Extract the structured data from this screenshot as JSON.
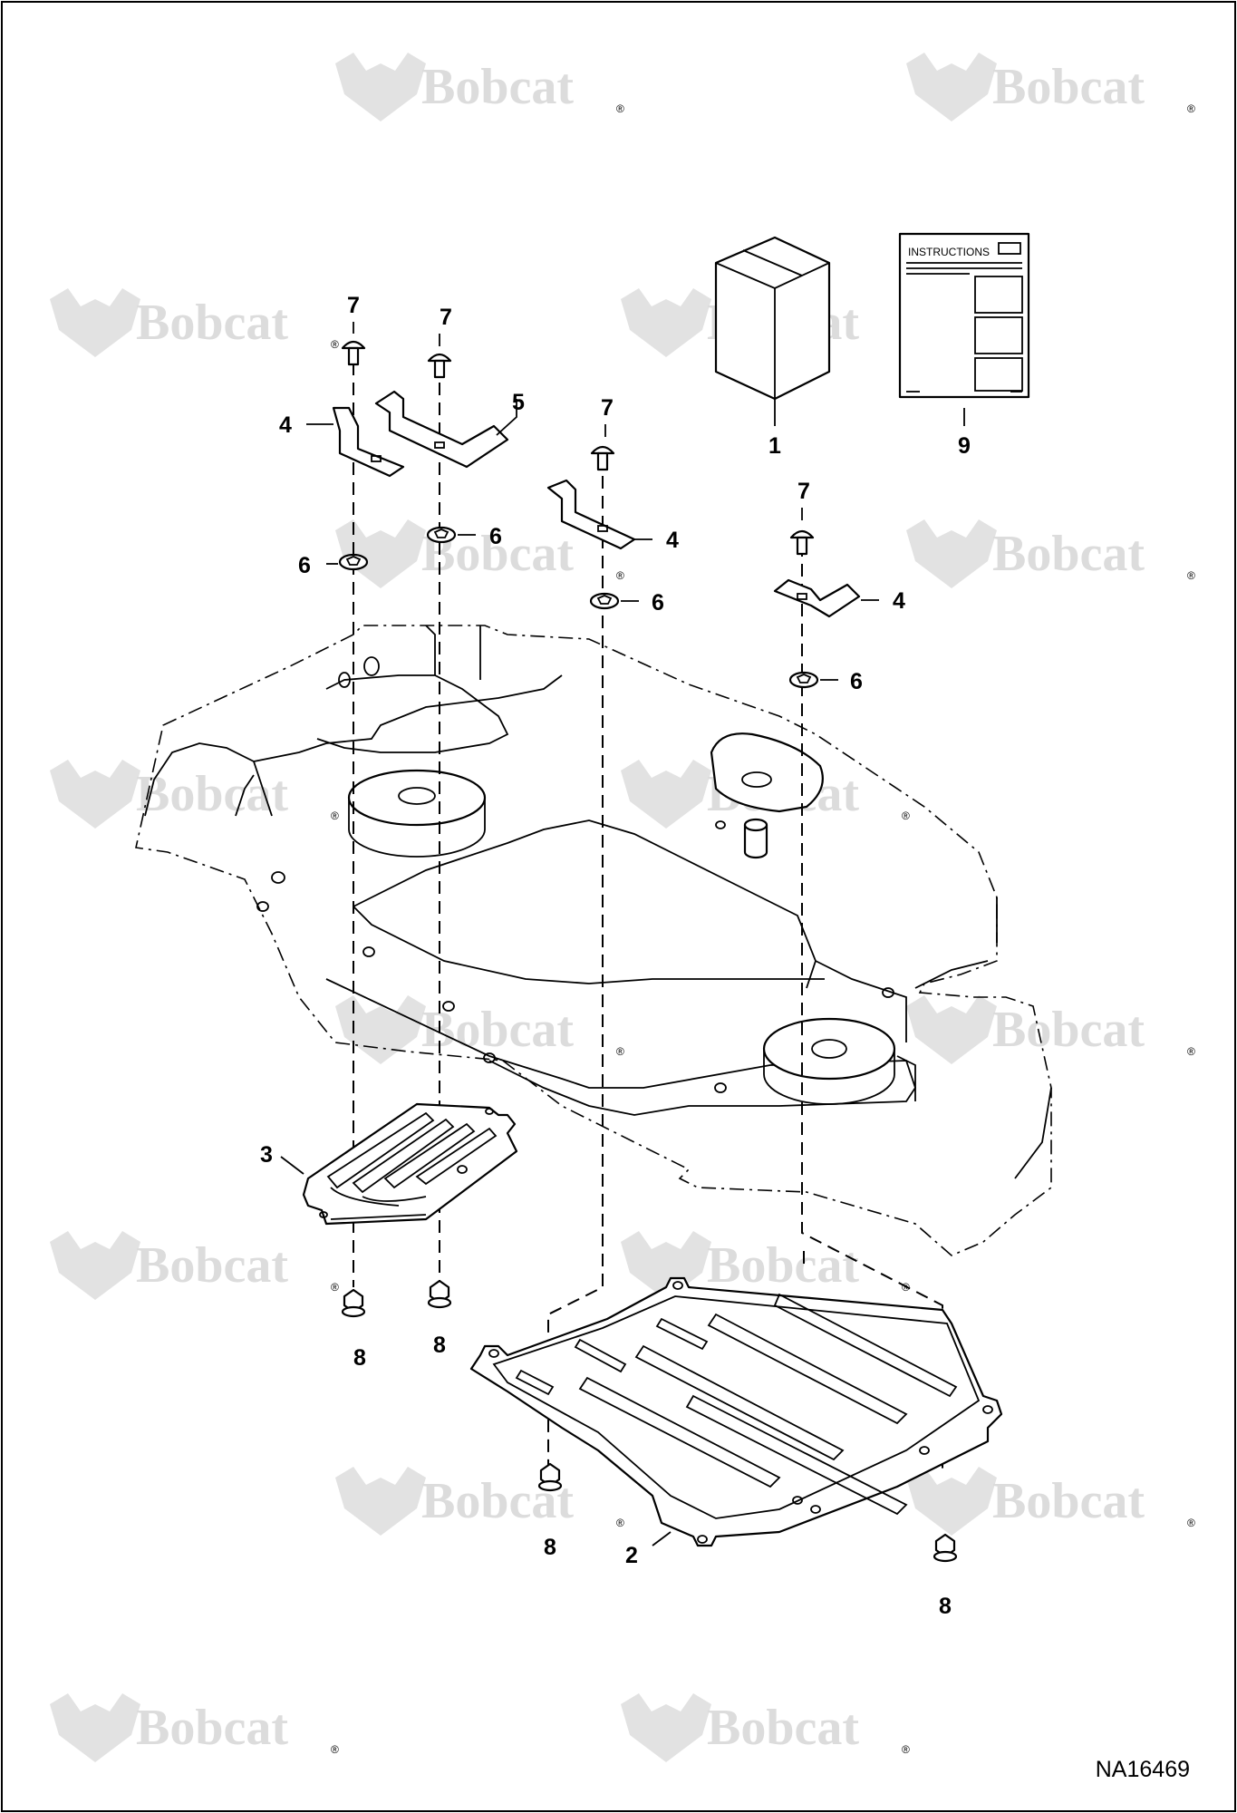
{
  "figure_id": "NA16469",
  "watermark": {
    "brand": "Bobcat",
    "registered_mark": "®",
    "color": "#dcdcdc"
  },
  "instructions_label": "INSTRUCTIONS",
  "callouts": {
    "kit": "1",
    "large_guard": "2",
    "small_guard": "3",
    "bracket": "4",
    "long_bracket": "5",
    "washer": "6",
    "bolt": "7",
    "nut": "8",
    "instructions": "9"
  },
  "colors": {
    "line": "#000000",
    "background": "#ffffff"
  }
}
